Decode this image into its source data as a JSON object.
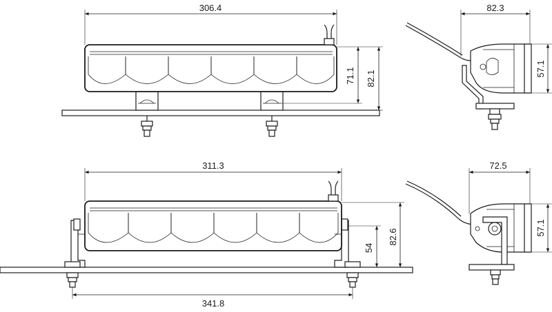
{
  "top_front": {
    "width_label": "306.4",
    "height_label_a": "71.1",
    "height_label_b": "82.1"
  },
  "top_side": {
    "width_label": "82.3",
    "height_label": "57.1"
  },
  "bottom_front": {
    "width_label": "311.3",
    "height_label_a": "54",
    "height_label_b": "82.6",
    "bracket_width_label": "341.8"
  },
  "bottom_side": {
    "width_label": "72.5",
    "height_label": "57.1"
  },
  "colors": {
    "line": "#1a1a1a",
    "background": "#ffffff"
  }
}
